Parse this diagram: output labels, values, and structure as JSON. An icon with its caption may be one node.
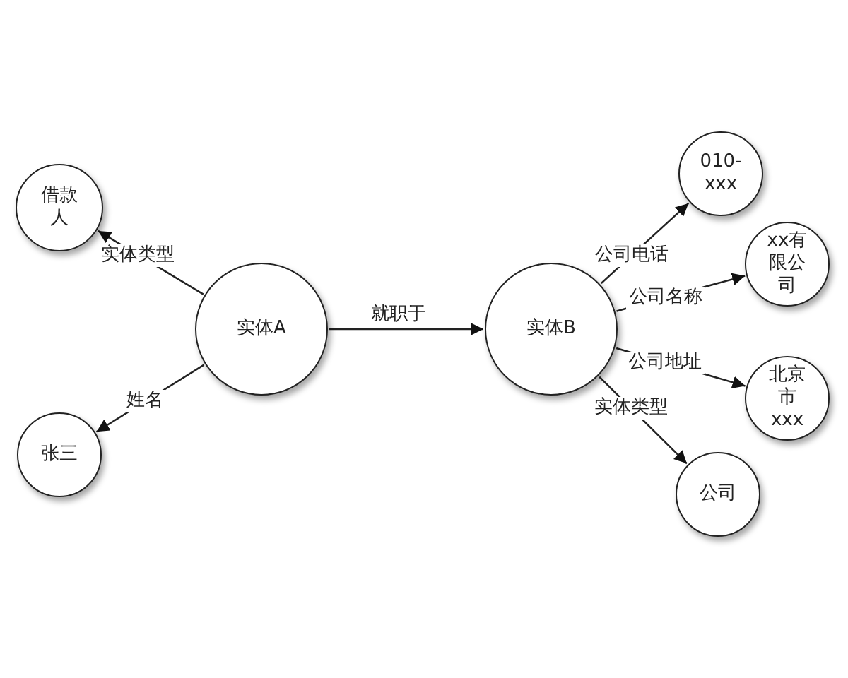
{
  "diagram": {
    "nodes": [
      {
        "text": [
          "借款人"
        ]
      },
      {
        "text": [
          "张三"
        ]
      },
      {
        "text": [
          "实体A"
        ]
      },
      {
        "text": [
          "实体B"
        ]
      },
      {
        "text": [
          "010-xxx"
        ]
      },
      {
        "text": [
          "xx有限公司"
        ]
      },
      {
        "text": [
          "北京市xxx"
        ]
      },
      {
        "text": [
          "公司"
        ]
      }
    ],
    "edges": [
      {
        "from": 2,
        "to": 0,
        "arrow": "to",
        "label": "实体类型"
      },
      {
        "from": 2,
        "to": 1,
        "arrow": "to",
        "label": "姓名"
      },
      {
        "from": 2,
        "to": 3,
        "arrow": "to",
        "label": "就职于"
      },
      {
        "from": 3,
        "to": 4,
        "arrow": "to",
        "label": "公司电话"
      },
      {
        "from": 3,
        "to": 5,
        "arrow": "to",
        "label": "公司名称"
      },
      {
        "from": 3,
        "to": 6,
        "arrow": "to",
        "label": "公司地址"
      },
      {
        "from": 3,
        "to": 7,
        "arrow": "to",
        "label": "实体类型"
      }
    ]
  }
}
